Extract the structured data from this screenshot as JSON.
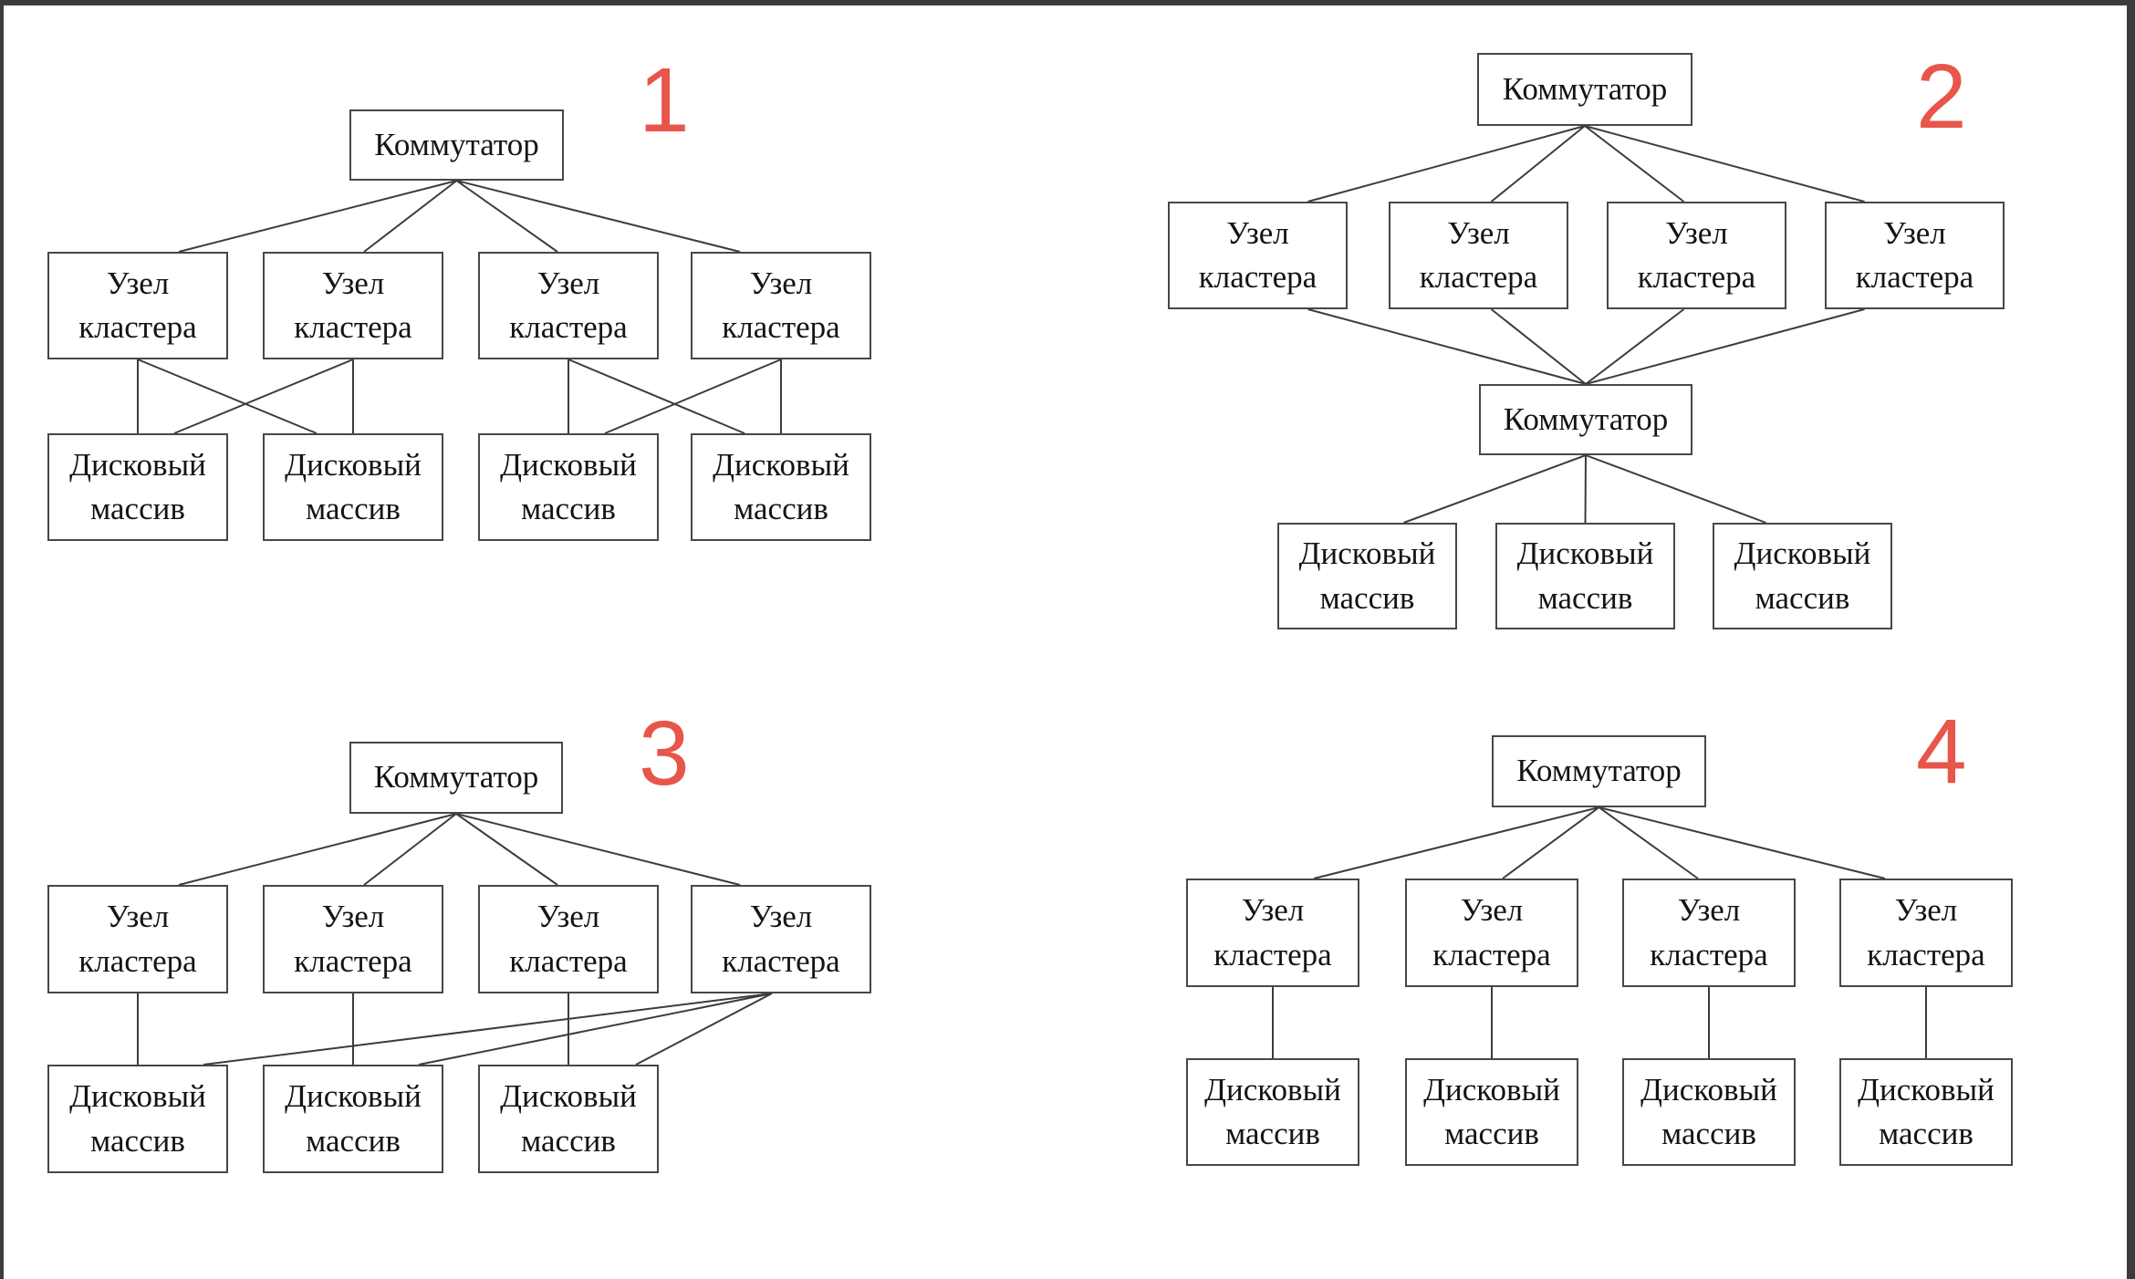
{
  "page": {
    "background": "#ffffff",
    "frame_color": "#3b3b3e",
    "line_color": "#3c3c3c",
    "box_border_color": "#474747",
    "text_color": "#141414",
    "number_color": "#e8554a"
  },
  "labels": {
    "switch": "Коммутатор",
    "node": "Узел кластера",
    "disk": "Дисковый массив"
  },
  "diagrams": [
    {
      "id": "d1",
      "number": "1",
      "description": "Switch over four cluster nodes; node pairs cross-connected to disk-array pairs",
      "edges": [
        [
          "sw",
          "n1"
        ],
        [
          "sw",
          "n2"
        ],
        [
          "sw",
          "n3"
        ],
        [
          "sw",
          "n4"
        ],
        [
          "n1",
          "d1"
        ],
        [
          "n1",
          "d2"
        ],
        [
          "n2",
          "d1"
        ],
        [
          "n2",
          "d2"
        ],
        [
          "n3",
          "d3"
        ],
        [
          "n3",
          "d4"
        ],
        [
          "n4",
          "d3"
        ],
        [
          "n4",
          "d4"
        ]
      ]
    },
    {
      "id": "d2",
      "number": "2",
      "description": "Switch over four cluster nodes, all nodes into second switch, second switch over three disk arrays",
      "edges": [
        [
          "sw1",
          "n1"
        ],
        [
          "sw1",
          "n2"
        ],
        [
          "sw1",
          "n3"
        ],
        [
          "sw1",
          "n4"
        ],
        [
          "n1",
          "sw2"
        ],
        [
          "n2",
          "sw2"
        ],
        [
          "n3",
          "sw2"
        ],
        [
          "n4",
          "sw2"
        ],
        [
          "sw2",
          "d1"
        ],
        [
          "sw2",
          "d2"
        ],
        [
          "sw2",
          "d3"
        ]
      ]
    },
    {
      "id": "d3",
      "number": "3",
      "description": "Switch over four cluster nodes; three nodes to own disk arrays, fourth node fanned to all three disk arrays",
      "edges": [
        [
          "sw",
          "n1"
        ],
        [
          "sw",
          "n2"
        ],
        [
          "sw",
          "n3"
        ],
        [
          "sw",
          "n4"
        ],
        [
          "n1",
          "d1"
        ],
        [
          "n2",
          "d2"
        ],
        [
          "n3",
          "d3"
        ],
        [
          "n4",
          "d1"
        ],
        [
          "n4",
          "d2"
        ],
        [
          "n4",
          "d3"
        ]
      ]
    },
    {
      "id": "d4",
      "number": "4",
      "description": "Switch over four cluster nodes; each node connected to its own disk array",
      "edges": [
        [
          "sw",
          "n1"
        ],
        [
          "sw",
          "n2"
        ],
        [
          "sw",
          "n3"
        ],
        [
          "sw",
          "n4"
        ],
        [
          "n1",
          "d1"
        ],
        [
          "n2",
          "d2"
        ],
        [
          "n3",
          "d3"
        ],
        [
          "n4",
          "d4"
        ]
      ]
    }
  ]
}
